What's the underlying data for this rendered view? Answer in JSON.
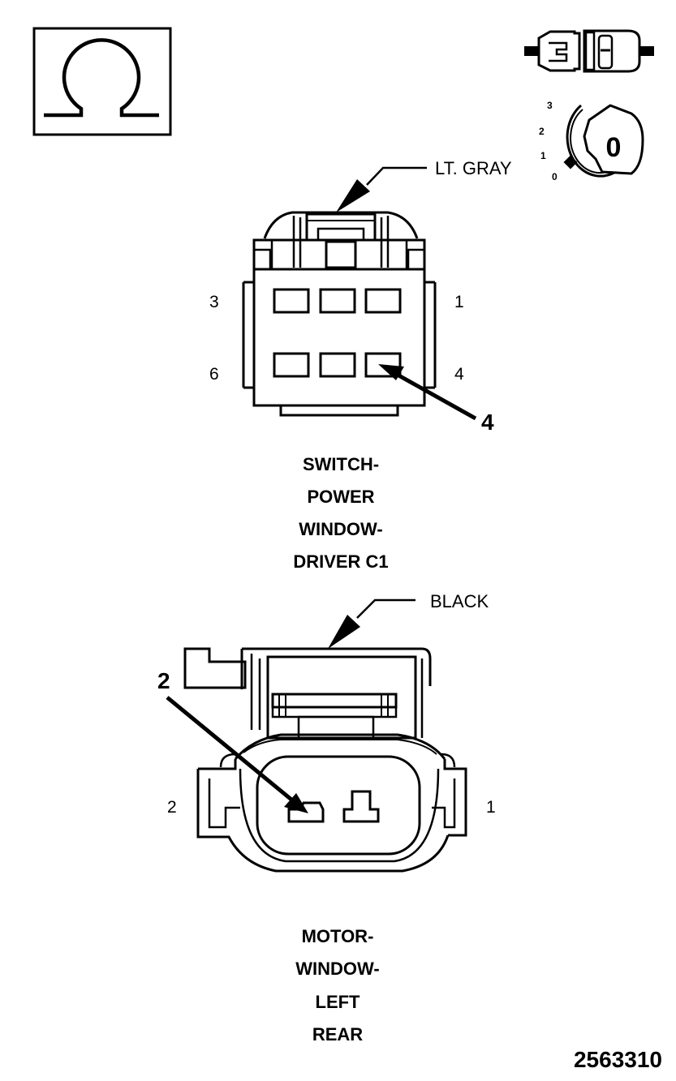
{
  "ohmmeter_symbol": {
    "glyph": "Ω",
    "icon": "ohm-symbol-icon"
  },
  "ignition_icon": {
    "icon": "ignition-key-position-icon",
    "key_label": "0",
    "positions": [
      "3",
      "2",
      "1",
      "0"
    ]
  },
  "connector_icon": {
    "icon": "connector-disconnected-icon"
  },
  "connector_c1": {
    "color_label": "LT. GRAY",
    "pin_labels": {
      "top_left": "3",
      "top_right": "1",
      "bottom_left": "6",
      "bottom_right": "4"
    },
    "callout": "4",
    "title_lines": [
      "SWITCH-",
      "POWER",
      "WINDOW-",
      "DRIVER C1"
    ]
  },
  "connector_motor": {
    "color_label": "BLACK",
    "pin_labels": {
      "left": "2",
      "right": "1"
    },
    "callout": "2",
    "title_lines": [
      "MOTOR-",
      "WINDOW-",
      "LEFT",
      "REAR"
    ]
  },
  "figure_number": "2563310"
}
